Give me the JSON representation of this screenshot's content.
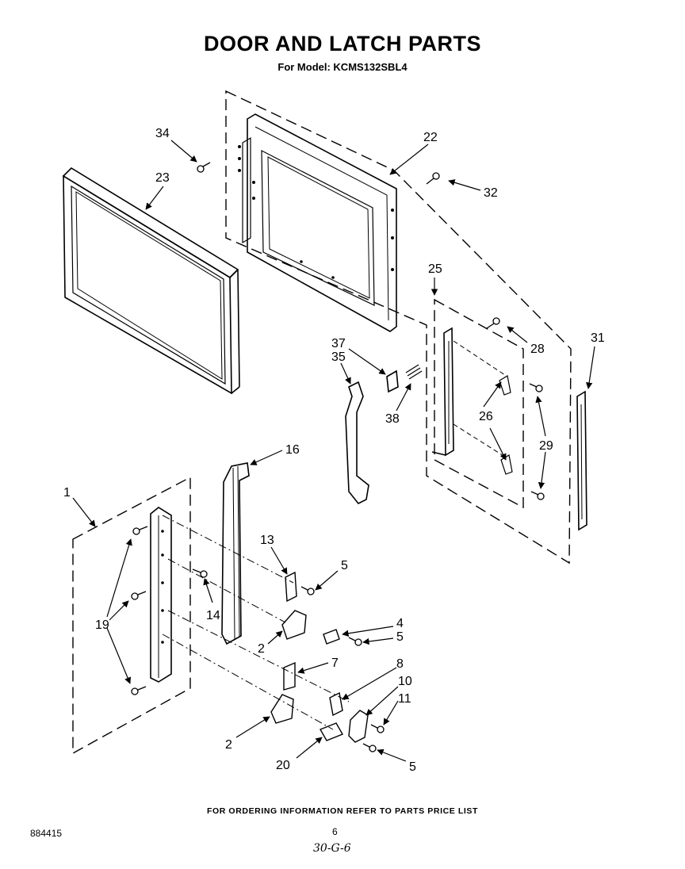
{
  "header": {
    "title": "DOOR AND LATCH PARTS",
    "subtitle": "For Model: KCMS132SBL4"
  },
  "footer": {
    "ordering_note": "FOR ORDERING INFORMATION REFER TO PARTS PRICE LIST",
    "doc_number": "884415",
    "page_number": "6",
    "handwritten_note": "30-G-6"
  },
  "callouts": {
    "c34": "34",
    "c23": "23",
    "c22": "22",
    "c32": "32",
    "c25": "25",
    "c28": "28",
    "c31": "31",
    "c37": "37",
    "c35": "35",
    "c38": "38",
    "c26": "26",
    "c29": "29",
    "c16": "16",
    "c1": "1",
    "c13": "13",
    "c5a": "5",
    "c19": "19",
    "c14": "14",
    "c4": "4",
    "c5b": "5",
    "c2a": "2",
    "c7": "7",
    "c8": "8",
    "c10": "10",
    "c11": "11",
    "c2b": "2",
    "c20": "20",
    "c5c": "5"
  }
}
